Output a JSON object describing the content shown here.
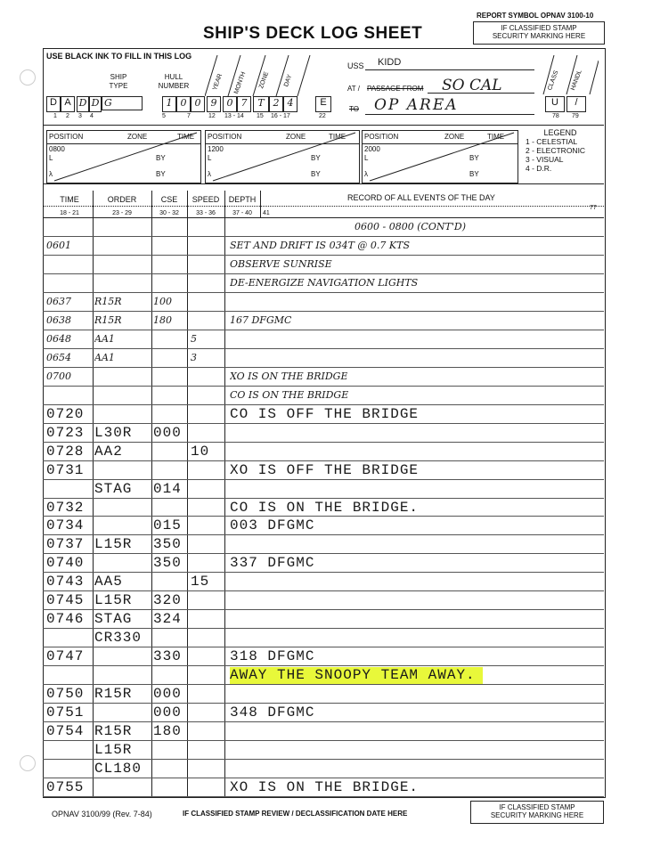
{
  "header": {
    "report_symbol": "REPORT SYMBOL  OPNAV 3100-10",
    "classified_top": [
      "IF CLASSIFIED STAMP",
      "SECURITY MARKING HERE"
    ],
    "title": "SHIP'S DECK LOG SHEET",
    "instructions": "USE BLACK INK TO FILL IN THIS LOG",
    "ship_type_label": [
      "SHIP",
      "TYPE"
    ],
    "hull_number_label": [
      "HULL",
      "NUMBER"
    ],
    "date_labels": [
      "YEAR",
      "MONTH",
      "ZONE",
      "DAY"
    ],
    "uss_label": "USS",
    "uss_name": "KIDD",
    "at_label": "AT /",
    "passage_label": "PASSAGE FROM",
    "location": "SO CAL",
    "to_label": "TO",
    "destination": "OP AREA",
    "class_label": "CLASS",
    "handl_label": "HANDL",
    "class_value": "U",
    "handl_value": "/",
    "ship_chars": [
      "D",
      "A",
      "D",
      "D",
      "G"
    ],
    "hull_chars": [
      "1",
      "0",
      "0"
    ],
    "date_chars": [
      "9",
      "0",
      "7",
      "T",
      "2",
      "4"
    ],
    "e_char": "E",
    "col_nums_left": [
      "1",
      "2",
      "3",
      "4",
      "5",
      "7",
      "12",
      "13 - 14",
      "15",
      "16 - 17",
      "22"
    ],
    "col_nums_right": [
      "78",
      "79"
    ]
  },
  "positions": {
    "position_label": "POSITION",
    "zone_label": "ZONE",
    "time_label": "TIME",
    "by_label": "BY",
    "l_label": "L",
    "lambda_label": "λ",
    "times": [
      "0800",
      "1200",
      "2000"
    ]
  },
  "legend": {
    "title": "LEGEND",
    "items": [
      "1 - CELESTIAL",
      "2 - ELECTRONIC",
      "3 - VISUAL",
      "4 - D.R."
    ]
  },
  "table_header": {
    "columns": [
      "TIME",
      "ORDER",
      "CSE",
      "SPEED",
      "DEPTH",
      "RECORD OF ALL EVENTS OF THE DAY"
    ],
    "col_nums": [
      "18 - 21",
      "23 - 29",
      "30 - 32",
      "33 - 36",
      "37 - 40",
      "41",
      "77"
    ]
  },
  "entries": [
    {
      "time": "",
      "order": "",
      "cse": "",
      "speed": "",
      "depth": "",
      "record": "0600 - 0800 (CONT'D)"
    },
    {
      "time": "0601",
      "order": "",
      "cse": "",
      "speed": "",
      "depth": "",
      "record": "SET AND DRIFT IS 034T @ 0.7 KTS"
    },
    {
      "time": "",
      "order": "",
      "cse": "",
      "speed": "",
      "depth": "",
      "record": "OBSERVE SUNRISE"
    },
    {
      "time": "",
      "order": "",
      "cse": "",
      "speed": "",
      "depth": "",
      "record": "DE-ENERGIZE NAVIGATION LIGHTS"
    },
    {
      "time": "0637",
      "order": "R15R",
      "cse": "100",
      "speed": "",
      "depth": "",
      "record": ""
    },
    {
      "time": "0638",
      "order": "R15R",
      "cse": "180",
      "speed": "",
      "depth": "",
      "record": "167 DFGMC"
    },
    {
      "time": "0648",
      "order": "AA1",
      "cse": "",
      "speed": "5",
      "depth": "",
      "record": ""
    },
    {
      "time": "0654",
      "order": "AA1",
      "cse": "",
      "speed": "3",
      "depth": "",
      "record": ""
    },
    {
      "time": "0700",
      "order": "",
      "cse": "",
      "speed": "",
      "depth": "",
      "record": "XO IS ON THE BRIDGE"
    },
    {
      "time": "",
      "order": "",
      "cse": "",
      "speed": "",
      "depth": "",
      "record": "CO IS ON THE BRIDGE"
    },
    {
      "time": "0720",
      "order": "",
      "cse": "",
      "speed": "",
      "depth": "",
      "record": "CO IS OFF THE BRIDGE"
    },
    {
      "time": "0723",
      "order": "L30R",
      "cse": "000",
      "speed": "",
      "depth": "",
      "record": ""
    },
    {
      "time": "0728",
      "order": "AA2",
      "cse": "",
      "speed": "10",
      "depth": "",
      "record": ""
    },
    {
      "time": "0731",
      "order": "",
      "cse": "",
      "speed": "",
      "depth": "",
      "record": "XO IS OFF THE BRIDGE"
    },
    {
      "time": "",
      "order": "STAG",
      "cse": "014",
      "speed": "",
      "depth": "",
      "record": ""
    },
    {
      "time": "0732",
      "order": "",
      "cse": "",
      "speed": "",
      "depth": "",
      "record": "CO IS ON THE BRIDGE."
    },
    {
      "time": "0734",
      "order": "",
      "cse": "015",
      "speed": "",
      "depth": "",
      "record": "003 DFGMC"
    },
    {
      "time": "0737",
      "order": "L15R",
      "cse": "350",
      "speed": "",
      "depth": "",
      "record": ""
    },
    {
      "time": "0740",
      "order": "",
      "cse": "350",
      "speed": "",
      "depth": "",
      "record": "337 DFGMC"
    },
    {
      "time": "0743",
      "order": "AA5",
      "cse": "",
      "speed": "15",
      "depth": "",
      "record": ""
    },
    {
      "time": "0745",
      "order": "L15R",
      "cse": "320",
      "speed": "",
      "depth": "",
      "record": ""
    },
    {
      "time": "0746",
      "order": "STAG",
      "cse": "324",
      "speed": "",
      "depth": "",
      "record": ""
    },
    {
      "time": "",
      "order": "CR330",
      "cse": "",
      "speed": "",
      "depth": "",
      "record": ""
    },
    {
      "time": "0747",
      "order": "",
      "cse": "330",
      "speed": "",
      "depth": "",
      "record": "318 DFGMC"
    },
    {
      "time": "",
      "order": "",
      "cse": "",
      "speed": "",
      "depth": "",
      "record": "AWAY THE SNOOPY TEAM AWAY."
    },
    {
      "time": "0750",
      "order": "R15R",
      "cse": "000",
      "speed": "",
      "depth": "",
      "record": ""
    },
    {
      "time": "0751",
      "order": "",
      "cse": "000",
      "speed": "",
      "depth": "",
      "record": "348 DFGMC"
    },
    {
      "time": "0754",
      "order": "R15R",
      "cse": "180",
      "speed": "",
      "depth": "",
      "record": ""
    },
    {
      "time": "",
      "order": "L15R",
      "cse": "",
      "speed": "",
      "depth": "",
      "record": ""
    },
    {
      "time": "",
      "order": "CL180",
      "cse": "",
      "speed": "",
      "depth": "",
      "record": ""
    },
    {
      "time": "0755",
      "order": "",
      "cse": "",
      "speed": "",
      "depth": "",
      "record": "XO IS ON THE BRIDGE."
    }
  ],
  "highlight_color": "#e8f83a",
  "footer": {
    "form_id": "OPNAV 3100/99 (Rev. 7-84)",
    "review_text": "IF CLASSIFIED STAMP REVIEW / DECLASSIFICATION DATE HERE",
    "classified_bottom": [
      "IF CLASSIFIED STAMP",
      "SECURITY MARKING HERE"
    ]
  }
}
